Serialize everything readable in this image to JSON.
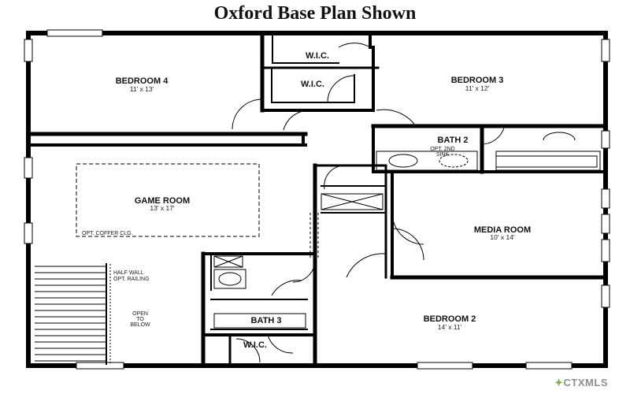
{
  "title": "Oxford Base Plan Shown",
  "rooms": {
    "bedroom4": {
      "name": "BEDROOM 4",
      "dims": "11' x 13'"
    },
    "bedroom3": {
      "name": "BEDROOM 3",
      "dims": "11' x 12'"
    },
    "bedroom2": {
      "name": "BEDROOM 2",
      "dims": "14' x 11'"
    },
    "game_room": {
      "name": "GAME ROOM",
      "dims": "13' x 17'",
      "note": "OPT. COFFER CLG."
    },
    "media_room": {
      "name": "MEDIA ROOM",
      "dims": "10' x 14'"
    },
    "bath2": {
      "name": "BATH 2",
      "note_line1": "OPT. 2ND",
      "note_line2": "SINK"
    },
    "bath3": {
      "name": "BATH 3"
    },
    "wic_top": {
      "name": "W.I.C."
    },
    "wic_mid": {
      "name": "W.I.C."
    },
    "wic_bottom": {
      "name": "W.I.C."
    },
    "half_wall": {
      "line1": "HALF WALL",
      "line2": "OPT. RAILING"
    },
    "open_below": {
      "line1": "OPEN",
      "line2": "TO",
      "line3": "BELOW"
    }
  },
  "logo": {
    "star": "✦",
    "text": "CTXMLS"
  },
  "colors": {
    "wall": "#000000",
    "background": "#ffffff",
    "logo_text": "#8a8f96",
    "logo_star": "#79b84a"
  }
}
